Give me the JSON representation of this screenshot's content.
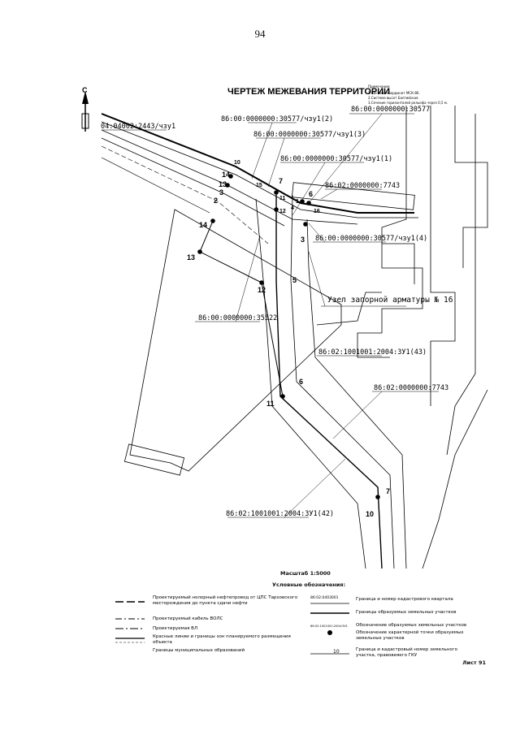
{
  "page_number": "94",
  "title": "ЧЕРТЕЖ МЕЖЕВАНИЯ ТЕРРИТОРИИ",
  "north_label": "С",
  "notes": {
    "heading": "Примечание:",
    "lines": [
      "1.Система координат МСК-86.",
      "2.Система высот Балтийская.",
      "3.Сечение горизонталей рельефа через 0,5 м."
    ]
  },
  "parcel_labels": {
    "p1": "86:00:0000000:30577/чзу1(2)",
    "p2": "86:00:0000000:30577/чзу1(3)",
    "p3": "86:00:0000000:30577",
    "p4": "86:00:0000000:30577/чзу1(1)",
    "p5": "86:02:0000000:7743",
    "p6": "86:00:0000000:30577/чзу1(4)",
    "p7": "86:00:0000000:35522",
    "p8": "86:02:1001001:2004:ЗУ1(43)",
    "p9": "86:02:0000000:7743",
    "p10": "86:02:1001001:2004:ЗУ1(42)",
    "p11": "04:04002:2443/чзу1"
  },
  "node_label": "Узел запорной арматуры № 16",
  "points": {
    "n1": "1",
    "n2": "2",
    "n3": "3",
    "n4": "4",
    "n5": "5",
    "n6": "6",
    "n7": "7",
    "n10": "10",
    "n11": "11",
    "n12": "12",
    "n13": "13",
    "n14": "14",
    "n15": "15",
    "n16": "16"
  },
  "scale": "Масштаб 1:5000",
  "legend": {
    "heading": "Условные обозначения:",
    "left": [
      "Проектируемый нолорный нефтепровод от ЦПС Тарховского месторождения до пункта сдачи нефти",
      "Проектируемый кабель ВОЛС",
      "Проектируемая ВЛ",
      "Красные линии и границы зон планируемого размещения объекта",
      "Границы муниципальных образований"
    ],
    "right": [
      "Граница и номер кадастрового квартала",
      "Границы образуемых земельных участков",
      "Обозначение образуемых земельных участков",
      "Обозначение характерной точки образуемых земельных участков",
      "Граница и кадастровый номер земельного участка, правовеяего ГКУ"
    ],
    "right_codes": [
      "86:02:0403001",
      "86:02:1001001:2004:ЗУ1",
      "10"
    ]
  },
  "sheet": "Лист 91"
}
